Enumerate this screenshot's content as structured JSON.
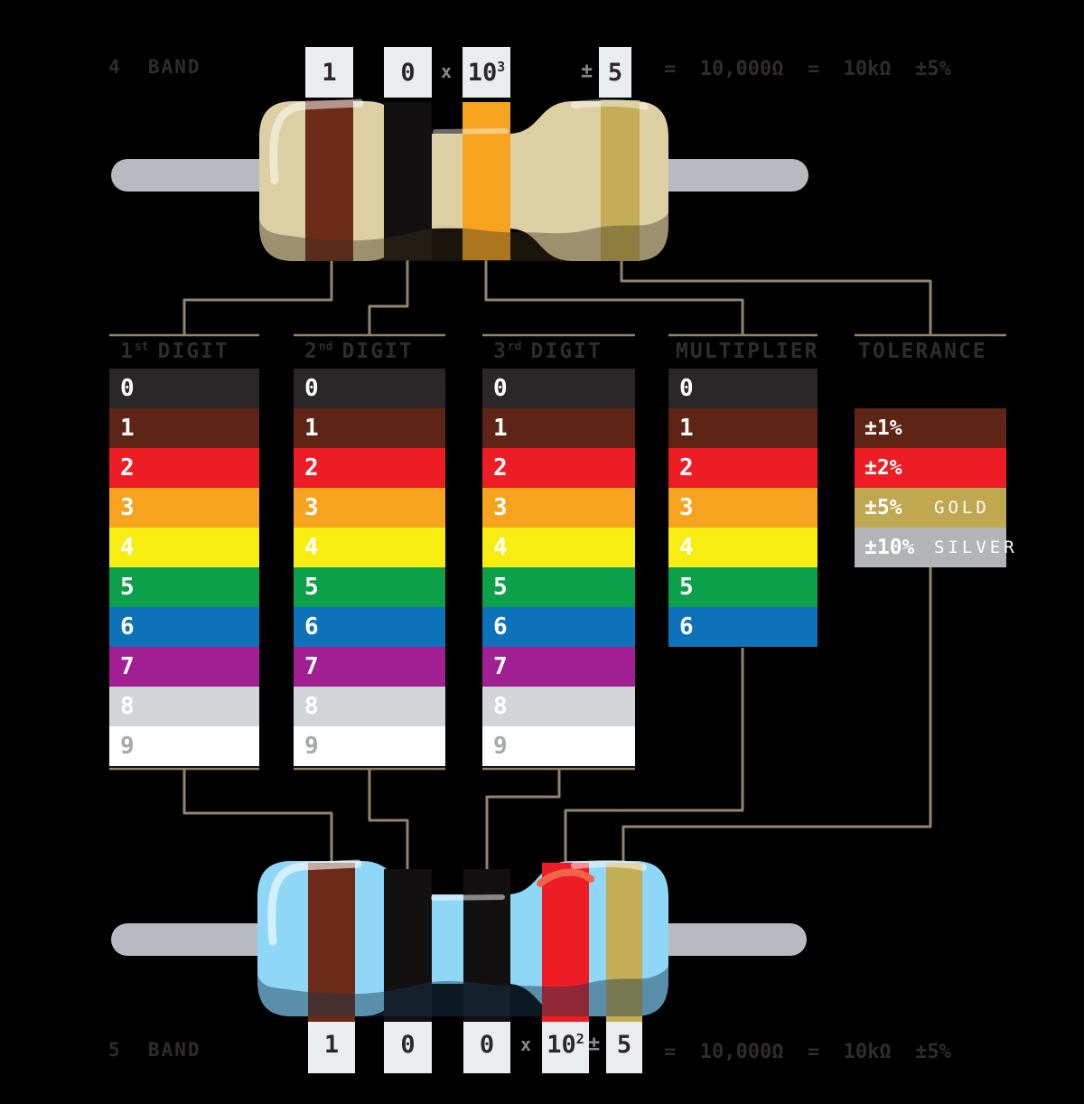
{
  "palette": {
    "background": "#000000",
    "black": "#2b2627",
    "brown": "#5e2517",
    "red": "#ee1c25",
    "orange": "#f6a41f",
    "yellow": "#f8ed13",
    "green": "#0ca04b",
    "blue": "#0d72b9",
    "violet": "#a21e93",
    "gray": "#d2d5d7",
    "white": "#ffffff",
    "gold": "#bfa850",
    "silver": "#b2b4b7",
    "band_brown": "#6b2b18",
    "band_black": "#121011",
    "band_orange": "#f6a41f",
    "band_red": "#ee1c25",
    "band_gold": "#c3ad57",
    "four_band_body": "#dccfa3",
    "five_band_body": "#8ed7f7",
    "lead": "#b7bac0",
    "connector": "#94836d",
    "box_bg": "#e9edef",
    "dark_text": "#302c2d",
    "muted_glyph": "#87898c",
    "row9_text": "#a7a9ac"
  },
  "top_section": {
    "band_count_label": "4  BAND",
    "digit1": "1",
    "digit2": "0",
    "mult_prefix": "x",
    "mult_base": "10",
    "mult_exp": "3",
    "tol_prefix": "±",
    "tol_value": "5",
    "equation": "=  10,000Ω  =  10kΩ  ±5%"
  },
  "bottom_section": {
    "band_count_label": "5  BAND",
    "digit1": "1",
    "digit2": "0",
    "digit3": "0",
    "mult_prefix": "x",
    "mult_base": "10",
    "mult_exp": "2",
    "tol_prefix": "±",
    "tol_value": "5",
    "equation": "=  10,000Ω  =  10kΩ  ±5%"
  },
  "columns": {
    "digit1": {
      "header": {
        "num": "1",
        "ordinal": "st",
        "word": "DIGIT"
      },
      "rows": [
        {
          "v": "0",
          "c": "black"
        },
        {
          "v": "1",
          "c": "brown"
        },
        {
          "v": "2",
          "c": "red"
        },
        {
          "v": "3",
          "c": "orange"
        },
        {
          "v": "4",
          "c": "yellow"
        },
        {
          "v": "5",
          "c": "green"
        },
        {
          "v": "6",
          "c": "blue"
        },
        {
          "v": "7",
          "c": "violet"
        },
        {
          "v": "8",
          "c": "gray"
        },
        {
          "v": "9",
          "c": "white",
          "tc": "#a7a9ac"
        }
      ]
    },
    "digit2": {
      "header": {
        "num": "2",
        "ordinal": "nd",
        "word": "DIGIT"
      },
      "rows": [
        {
          "v": "0",
          "c": "black"
        },
        {
          "v": "1",
          "c": "brown"
        },
        {
          "v": "2",
          "c": "red"
        },
        {
          "v": "3",
          "c": "orange"
        },
        {
          "v": "4",
          "c": "yellow"
        },
        {
          "v": "5",
          "c": "green"
        },
        {
          "v": "6",
          "c": "blue"
        },
        {
          "v": "7",
          "c": "violet"
        },
        {
          "v": "8",
          "c": "gray"
        },
        {
          "v": "9",
          "c": "white",
          "tc": "#a7a9ac"
        }
      ]
    },
    "digit3": {
      "header": {
        "num": "3",
        "ordinal": "rd",
        "word": "DIGIT"
      },
      "rows": [
        {
          "v": "0",
          "c": "black"
        },
        {
          "v": "1",
          "c": "brown"
        },
        {
          "v": "2",
          "c": "red"
        },
        {
          "v": "3",
          "c": "orange"
        },
        {
          "v": "4",
          "c": "yellow"
        },
        {
          "v": "5",
          "c": "green"
        },
        {
          "v": "6",
          "c": "blue"
        },
        {
          "v": "7",
          "c": "violet"
        },
        {
          "v": "8",
          "c": "gray"
        },
        {
          "v": "9",
          "c": "white",
          "tc": "#a7a9ac"
        }
      ]
    },
    "multiplier": {
      "header": "MULTIPLIER",
      "rows": [
        {
          "v": "0",
          "c": "black"
        },
        {
          "v": "1",
          "c": "brown"
        },
        {
          "v": "2",
          "c": "red"
        },
        {
          "v": "3",
          "c": "orange"
        },
        {
          "v": "4",
          "c": "yellow"
        },
        {
          "v": "5",
          "c": "green"
        },
        {
          "v": "6",
          "c": "blue"
        }
      ]
    },
    "tolerance": {
      "header": "TOLERANCE",
      "rows": [
        {
          "label": "±1%",
          "c": "brown",
          "name": ""
        },
        {
          "label": "±2%",
          "c": "red",
          "name": ""
        },
        {
          "label": "±5%",
          "c": "gold",
          "name": "GOLD"
        },
        {
          "label": "±10%",
          "c": "silver",
          "name": "SILVER"
        }
      ]
    }
  },
  "resistors": {
    "four_band": {
      "bands": [
        "brown",
        "black",
        "orange",
        "gold"
      ]
    },
    "five_band": {
      "bands": [
        "brown",
        "black",
        "black",
        "red",
        "gold"
      ]
    }
  }
}
